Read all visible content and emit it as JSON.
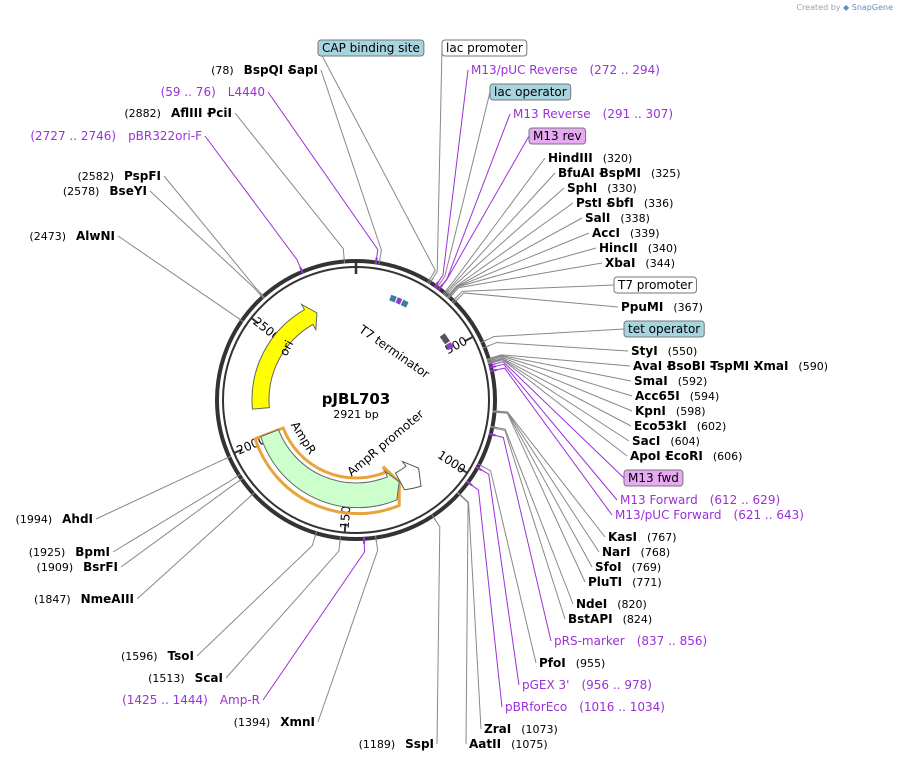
{
  "credit": {
    "prefix": "Created by",
    "brand": "SnapGene"
  },
  "map": {
    "name": "pJBL703",
    "size": "2921 bp",
    "length": 2921
  },
  "colors": {
    "primer": "#9b30d9",
    "boxed_feature_blue": "#a6d5e0",
    "boxed_primer": "#e6a9f2",
    "ori": "#ffff00",
    "ampr": "#ccffcc",
    "ampr_outline": "#e8a33d",
    "backbone": "#333333"
  },
  "ticks": [
    {
      "label": "500",
      "pos": 500
    },
    {
      "label": "1000",
      "pos": 1000
    },
    {
      "label": "1500",
      "pos": 1500
    },
    {
      "label": "2000",
      "pos": 2000
    },
    {
      "label": "2500",
      "pos": 2500
    }
  ],
  "circle_features": [
    {
      "name": "ori",
      "start": 2150,
      "end": 2740,
      "color": "#ffff00"
    },
    {
      "name": "AmpR",
      "start": 1260,
      "end": 2020,
      "color": "#ccffcc"
    },
    {
      "name": "AmpR promoter",
      "start": 1160,
      "end": 1260,
      "color": "#ffffff"
    },
    {
      "name": "T7 terminator",
      "start": 130,
      "end": 230,
      "color": "#3a7ea0"
    }
  ],
  "labels": [
    {
      "kind": "boxed",
      "text": "CAP binding site",
      "fill": "#a6d5e0",
      "bp": 255
    },
    {
      "kind": "boxed",
      "text": "lac promoter",
      "fill": "#ffffff",
      "bp": 262
    },
    {
      "kind": "primer",
      "text": "M13/pUC Reverse",
      "pos": "(272 .. 294)",
      "bp": 283
    },
    {
      "kind": "boxed",
      "text": "lac operator",
      "fill": "#a6d5e0",
      "bp": 290
    },
    {
      "kind": "primer",
      "text": "M13 Reverse",
      "pos": "(291 .. 307)",
      "bp": 299
    },
    {
      "kind": "boxed",
      "text": "M13 rev",
      "fill": "#e6a9f2",
      "bp": 300
    },
    {
      "kind": "site",
      "names": [
        "HindIII"
      ],
      "pos": "(320)",
      "bp": 320
    },
    {
      "kind": "site",
      "names": [
        "BfuAI",
        "BspMI"
      ],
      "pos": "(325)",
      "bp": 325
    },
    {
      "kind": "site",
      "names": [
        "SphI"
      ],
      "pos": "(330)",
      "bp": 330
    },
    {
      "kind": "site",
      "names": [
        "PstI",
        "SbfI"
      ],
      "pos": "(336)",
      "bp": 336
    },
    {
      "kind": "site",
      "names": [
        "SalI"
      ],
      "pos": "(338)",
      "bp": 338
    },
    {
      "kind": "site",
      "names": [
        "AccI"
      ],
      "pos": "(339)",
      "bp": 339
    },
    {
      "kind": "site",
      "names": [
        "HincII"
      ],
      "pos": "(340)",
      "bp": 340
    },
    {
      "kind": "site",
      "names": [
        "XbaI"
      ],
      "pos": "(344)",
      "bp": 344
    },
    {
      "kind": "boxed",
      "text": "T7 promoter",
      "fill": "#ffffff",
      "bp": 360
    },
    {
      "kind": "site",
      "names": [
        "PpuMI"
      ],
      "pos": "(367)",
      "bp": 367
    },
    {
      "kind": "boxed",
      "text": "tet operator",
      "fill": "#a6d5e0",
      "bp": 530
    },
    {
      "kind": "site",
      "names": [
        "StyI"
      ],
      "pos": "(550)",
      "bp": 550
    },
    {
      "kind": "site",
      "names": [
        "AvaI",
        "BsoBI",
        "TspMI",
        "XmaI"
      ],
      "pos": "(590)",
      "bp": 590
    },
    {
      "kind": "site",
      "names": [
        "SmaI"
      ],
      "pos": "(592)",
      "bp": 592
    },
    {
      "kind": "site",
      "names": [
        "Acc65I"
      ],
      "pos": "(594)",
      "bp": 594
    },
    {
      "kind": "site",
      "names": [
        "KpnI"
      ],
      "pos": "(598)",
      "bp": 598
    },
    {
      "kind": "site",
      "names": [
        "Eco53kI"
      ],
      "pos": "(602)",
      "bp": 602
    },
    {
      "kind": "site",
      "names": [
        "SacI"
      ],
      "pos": "(604)",
      "bp": 604
    },
    {
      "kind": "site",
      "names": [
        "ApoI",
        "EcoRI"
      ],
      "pos": "(606)",
      "bp": 606
    },
    {
      "kind": "boxed",
      "text": "M13 fwd",
      "fill": "#e6a9f2",
      "bp": 612
    },
    {
      "kind": "primer",
      "text": "M13 Forward",
      "pos": "(612 .. 629)",
      "bp": 620
    },
    {
      "kind": "primer",
      "text": "M13/pUC Forward",
      "pos": "(621 .. 643)",
      "bp": 632
    },
    {
      "kind": "site",
      "names": [
        "KasI"
      ],
      "pos": "(767)",
      "bp": 767
    },
    {
      "kind": "site",
      "names": [
        "NarI"
      ],
      "pos": "(768)",
      "bp": 768
    },
    {
      "kind": "site",
      "names": [
        "SfoI"
      ],
      "pos": "(769)",
      "bp": 769
    },
    {
      "kind": "site",
      "names": [
        "PluTI"
      ],
      "pos": "(771)",
      "bp": 771
    },
    {
      "kind": "site",
      "names": [
        "NdeI"
      ],
      "pos": "(820)",
      "bp": 820
    },
    {
      "kind": "site",
      "names": [
        "BstAPI"
      ],
      "pos": "(824)",
      "bp": 824
    },
    {
      "kind": "primer",
      "text": "pRS-marker",
      "pos": "(837 .. 856)",
      "bp": 846
    },
    {
      "kind": "site",
      "names": [
        "PfoI"
      ],
      "pos": "(955)",
      "bp": 955
    },
    {
      "kind": "primer",
      "text": "pGEX 3'",
      "pos": "(956 .. 978)",
      "bp": 967
    },
    {
      "kind": "primer",
      "text": "pBRforEco",
      "pos": "(1016 .. 1034)",
      "bp": 1025
    },
    {
      "kind": "site",
      "names": [
        "ZraI"
      ],
      "pos": "(1073)",
      "bp": 1073
    },
    {
      "kind": "site",
      "names": [
        "AatII"
      ],
      "pos": "(1075)",
      "bp": 1075
    },
    {
      "kind": "site",
      "names": [
        "SspI"
      ],
      "pos": "(1189)",
      "bp": 1189
    },
    {
      "kind": "site",
      "names": [
        "XmnI"
      ],
      "pos": "(1394)",
      "bp": 1394
    },
    {
      "kind": "primer",
      "text": "Amp-R",
      "pos": "(1425 .. 1444)",
      "bp": 1434
    },
    {
      "kind": "site",
      "names": [
        "ScaI"
      ],
      "pos": "(1513)",
      "bp": 1513
    },
    {
      "kind": "site",
      "names": [
        "TsoI"
      ],
      "pos": "(1596)",
      "bp": 1596
    },
    {
      "kind": "site",
      "names": [
        "NmeAIII"
      ],
      "pos": "(1847)",
      "bp": 1847
    },
    {
      "kind": "site",
      "names": [
        "BsrFI"
      ],
      "pos": "(1909)",
      "bp": 1909
    },
    {
      "kind": "site",
      "names": [
        "BpmI"
      ],
      "pos": "(1925)",
      "bp": 1925
    },
    {
      "kind": "site",
      "names": [
        "AhdI"
      ],
      "pos": "(1994)",
      "bp": 1994
    },
    {
      "kind": "site",
      "names": [
        "AlwNI"
      ],
      "pos": "(2473)",
      "bp": 2473
    },
    {
      "kind": "site",
      "names": [
        "BseYI"
      ],
      "pos": "(2578)",
      "bp": 2578
    },
    {
      "kind": "site",
      "names": [
        "PspFI"
      ],
      "pos": "(2582)",
      "bp": 2582
    },
    {
      "kind": "primer",
      "text": "pBR322ori-F",
      "pos": "(2727 .. 2746)",
      "bp": 2736
    },
    {
      "kind": "site",
      "names": [
        "AflIII",
        "PciI"
      ],
      "pos": "(2882)",
      "bp": 2882
    },
    {
      "kind": "primer",
      "text": "L4440",
      "pos": "(59 .. 76)",
      "bp": 67
    },
    {
      "kind": "site",
      "names": [
        "BspQI",
        "SapI"
      ],
      "pos": "(78)",
      "bp": 78
    }
  ]
}
